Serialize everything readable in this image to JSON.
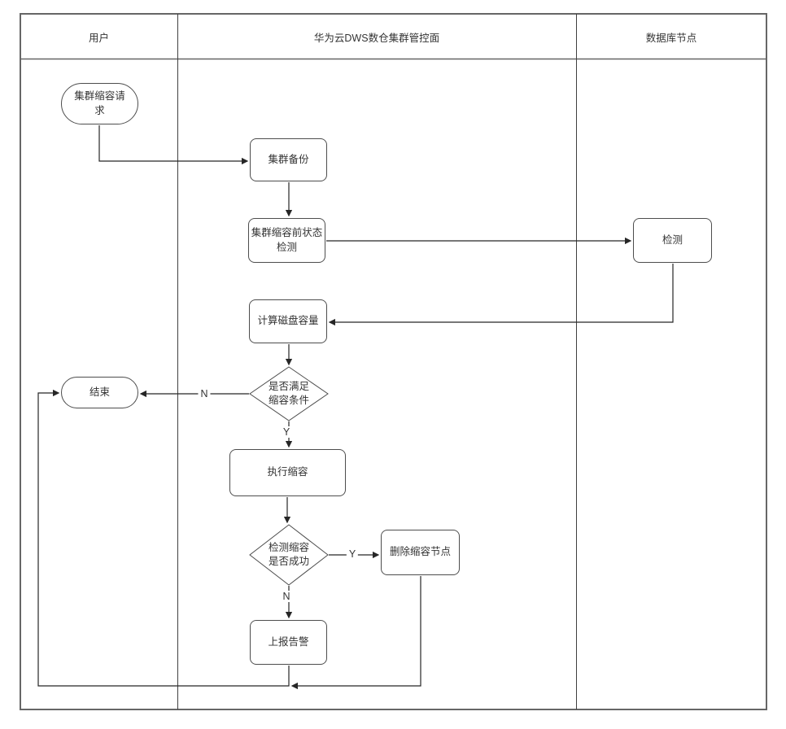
{
  "diagram": {
    "type": "swimlane-flowchart",
    "title": "DWS cluster scale-in flow"
  },
  "lanes": [
    {
      "label": "用户"
    },
    {
      "label": "华为云DWS数仓集群管控面"
    },
    {
      "label": "数据库节点"
    }
  ],
  "nodes": {
    "start": {
      "label": "集群缩容请求",
      "shape": "terminator",
      "lane": "用户"
    },
    "backup": {
      "label": "集群备份",
      "shape": "process",
      "lane": "华为云DWS数仓集群管控面"
    },
    "precheck": {
      "label": "集群缩容前状态检测",
      "shape": "process",
      "lane": "华为云DWS数仓集群管控面"
    },
    "detect": {
      "label": "检测",
      "shape": "process",
      "lane": "数据库节点"
    },
    "calc_disk": {
      "label": "计算磁盘容量",
      "shape": "process",
      "lane": "华为云DWS数仓集群管控面"
    },
    "cond_satisfy": {
      "label": "是否满足缩容条件",
      "shape": "decision",
      "lane": "华为云DWS数仓集群管控面"
    },
    "end": {
      "label": "结束",
      "shape": "terminator",
      "lane": "用户"
    },
    "execute": {
      "label": "执行缩容",
      "shape": "process",
      "lane": "华为云DWS数仓集群管控面"
    },
    "cond_success": {
      "label": "检测缩容是否成功",
      "shape": "decision",
      "lane": "华为云DWS数仓集群管控面"
    },
    "delete_node": {
      "label": "删除缩容节点",
      "shape": "process",
      "lane": "华为云DWS数仓集群管控面"
    },
    "alarm": {
      "label": "上报告警",
      "shape": "process",
      "lane": "华为云DWS数仓集群管控面"
    }
  },
  "edge_labels": {
    "cond_satisfy_no": "N",
    "cond_satisfy_yes": "Y",
    "cond_success_yes": "Y",
    "cond_success_no": "N"
  },
  "edges": [
    {
      "from": "start",
      "to": "backup",
      "label": ""
    },
    {
      "from": "backup",
      "to": "precheck",
      "label": ""
    },
    {
      "from": "precheck",
      "to": "detect",
      "label": ""
    },
    {
      "from": "detect",
      "to": "calc_disk",
      "label": ""
    },
    {
      "from": "calc_disk",
      "to": "cond_satisfy",
      "label": ""
    },
    {
      "from": "cond_satisfy",
      "to": "end",
      "label": "N"
    },
    {
      "from": "cond_satisfy",
      "to": "execute",
      "label": "Y"
    },
    {
      "from": "execute",
      "to": "cond_success",
      "label": ""
    },
    {
      "from": "cond_success",
      "to": "delete_node",
      "label": "Y"
    },
    {
      "from": "cond_success",
      "to": "alarm",
      "label": "N"
    },
    {
      "from": "delete_node",
      "to": "alarm-junction",
      "label": ""
    },
    {
      "from": "alarm",
      "to": "end",
      "label": ""
    }
  ],
  "colors": {
    "background": "#ffffff",
    "frame_border": "#666666",
    "shape_border": "#4d4d4d",
    "connector": "#262626",
    "text": "#333333"
  }
}
